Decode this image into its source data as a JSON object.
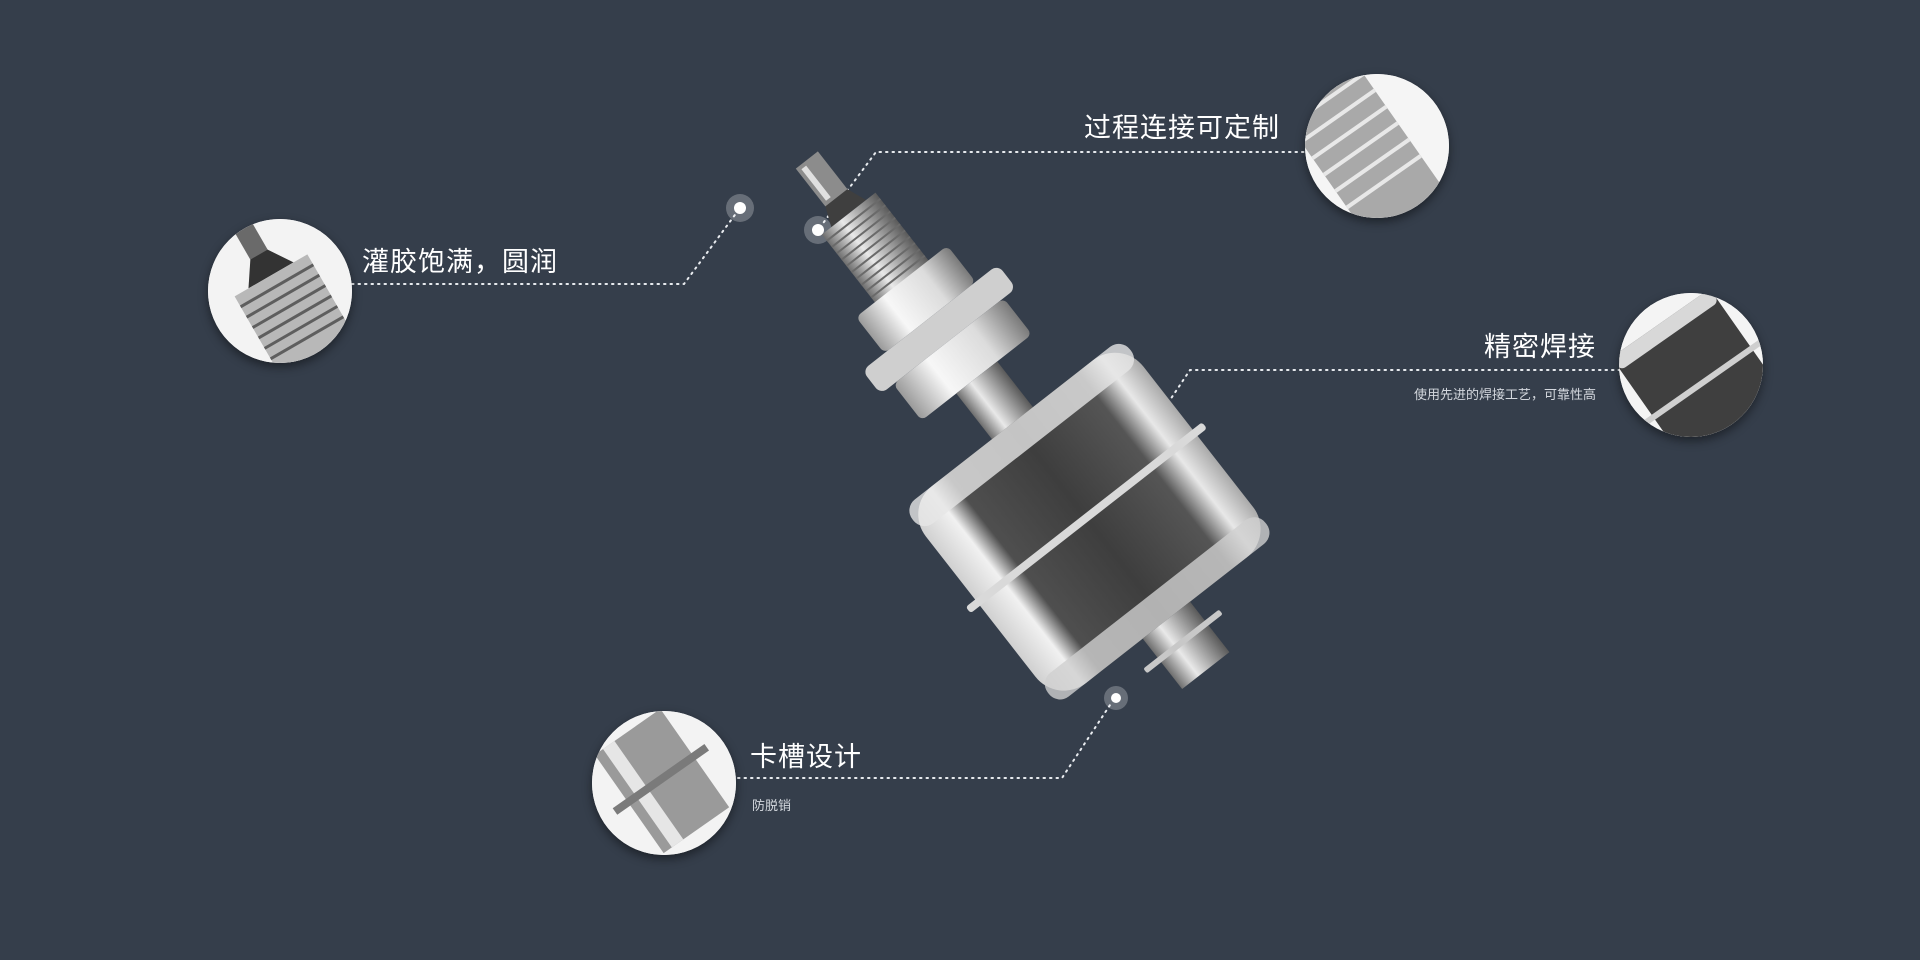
{
  "background_color": "#353e4b",
  "product": {
    "name": "stainless-steel-float-level-switch",
    "description": "Stainless steel float level switch with threaded process connection, hex nuts, cylindrical float and retaining clip"
  },
  "callouts": [
    {
      "id": "potting",
      "title": "灌胶饱满，圆润",
      "subtitle": "",
      "thumbnail_icon": "threaded-stem-with-wire-icon"
    },
    {
      "id": "process-connection",
      "title": "过程连接可定制",
      "subtitle": "",
      "thumbnail_icon": "thread-closeup-icon"
    },
    {
      "id": "welding",
      "title": "精密焊接",
      "subtitle": "使用先进的焊接工艺，可靠性高",
      "thumbnail_icon": "welded-float-edge-icon"
    },
    {
      "id": "groove",
      "title": "卡槽设计",
      "subtitle": "防脱销",
      "thumbnail_icon": "groove-clip-icon"
    }
  ]
}
